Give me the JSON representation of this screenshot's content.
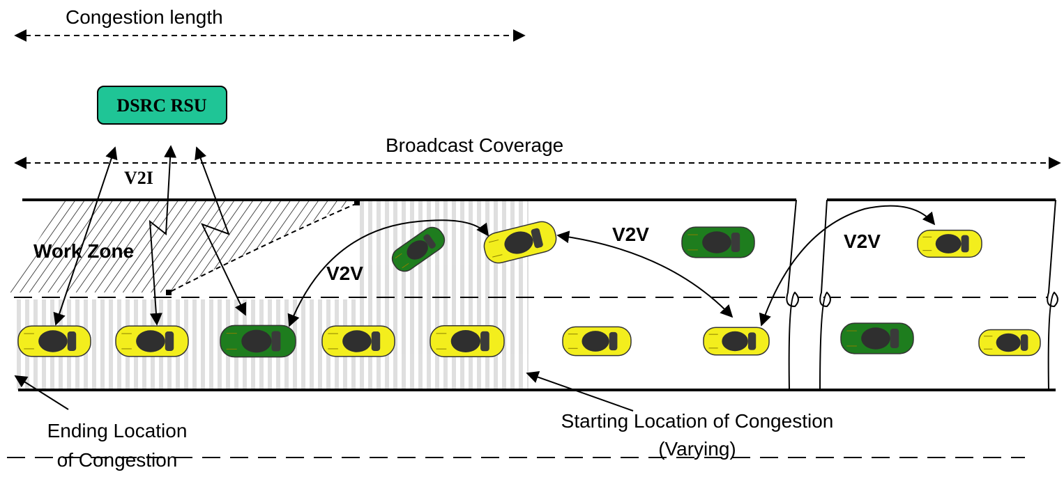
{
  "labels": {
    "congestion_length": "Congestion length",
    "rsu": "DSRC RSU",
    "broadcast_coverage": "Broadcast Coverage",
    "v2i": "V2I",
    "work_zone": "Work Zone",
    "v2v_1": "V2V",
    "v2v_2": "V2V",
    "v2v_3": "V2V",
    "ending_location_line1": "Ending Location",
    "ending_location_line2": "of Congestion",
    "starting_location_line1": "Starting Location of Congestion",
    "starting_location_line2": "(Varying)"
  },
  "colors": {
    "rsu_fill": "#1fc596",
    "car_yellow": "#f3ee1d",
    "car_green": "#1e7d1e",
    "road_line": "#000000",
    "congestion_band": "#c8c8c8"
  },
  "cars": [
    {
      "id": "car-1",
      "color": "yellow"
    },
    {
      "id": "car-2",
      "color": "yellow"
    },
    {
      "id": "car-3",
      "color": "green"
    },
    {
      "id": "car-4",
      "color": "yellow"
    },
    {
      "id": "car-5",
      "color": "yellow"
    },
    {
      "id": "car-6",
      "color": "green"
    },
    {
      "id": "car-7",
      "color": "yellow"
    },
    {
      "id": "car-8",
      "color": "green"
    },
    {
      "id": "car-9",
      "color": "yellow"
    },
    {
      "id": "car-10",
      "color": "yellow"
    },
    {
      "id": "car-11",
      "color": "green"
    },
    {
      "id": "car-12",
      "color": "yellow"
    },
    {
      "id": "car-13",
      "color": "yellow"
    }
  ]
}
